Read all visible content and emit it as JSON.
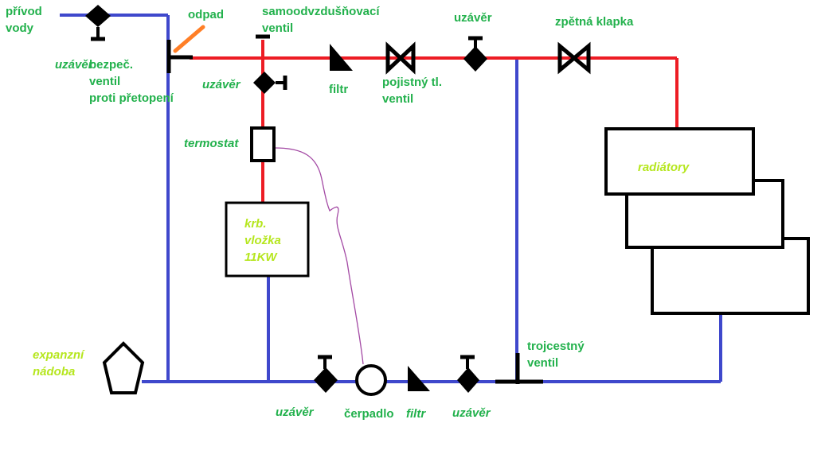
{
  "colors": {
    "supply_pipe": "#ed1c24",
    "return_pipe": "#3f48cc",
    "drain_pipe": "#ff7f27",
    "sensor_wire": "#a349a4",
    "symbol": "#000000",
    "label_green": "#22b14c",
    "label_lime": "#b5e61d"
  },
  "labels": {
    "privod_vody": "přívod\nvody",
    "uzaver_inlet": "uzávěr",
    "odpad": "odpad",
    "bezpec_ventil": "bezpeč.\nventil\nproti přetopení",
    "samoodvzdusnovaci": "samoodvzdušňovací\nventil",
    "uzaver_branch": "uzávěr",
    "filtr_top": "filtr",
    "pojistny_ventil": "pojistný tl.\nventil",
    "uzaver_top": "uzávěr",
    "zpetna_klapka": "zpětná klapka",
    "termostat": "termostat",
    "krb_vlozka": "krb.\nvložka\n11KW",
    "radiatory": "radiátory",
    "expanzni_nadoba": "expanzní\nnádoba",
    "uzaver_bottom_left": "uzávěr",
    "cerpadlo": "čerpadlo",
    "filtr_bottom": "filtr",
    "uzaver_bottom_right": "uzávěr",
    "trojcestny_ventil": "trojcestný\nventil"
  }
}
